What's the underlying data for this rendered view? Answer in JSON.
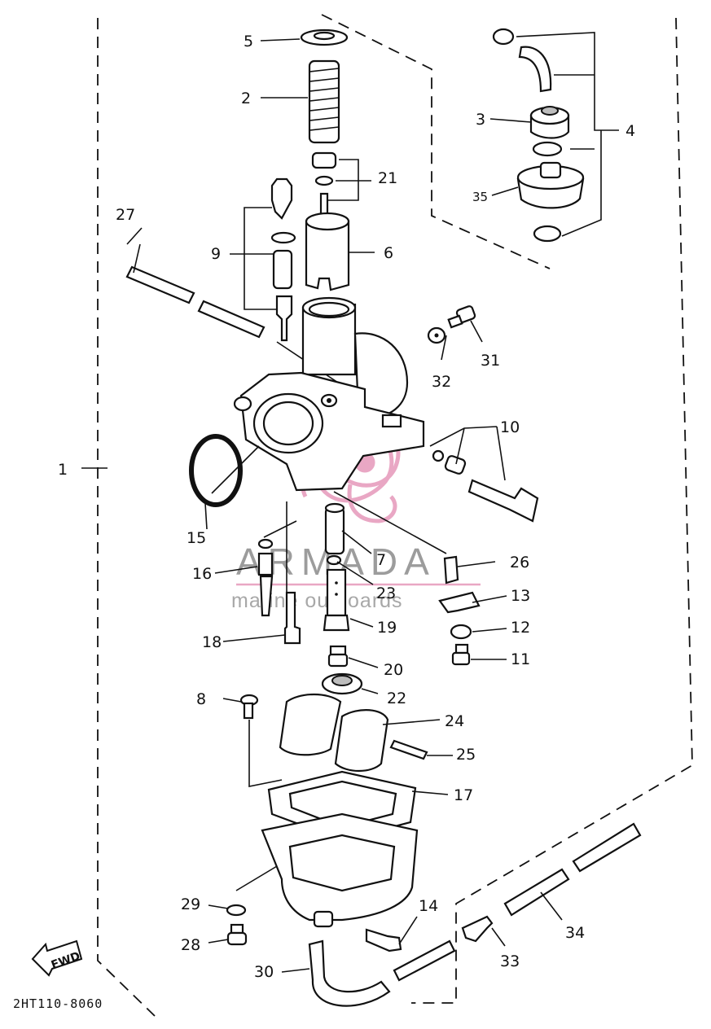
{
  "diagram": {
    "code": "2HT110-8060",
    "fwd_label": "FWD",
    "watermark": {
      "brand": "ARMADA",
      "tagline": "marine outboards"
    },
    "colors": {
      "line": "#111111",
      "watermark_pink": "#e9a7c4",
      "watermark_grey": "#9c9c9c"
    },
    "parts": [
      {
        "id": "p1",
        "label": "1"
      },
      {
        "id": "p2",
        "label": "2"
      },
      {
        "id": "p3",
        "label": "3"
      },
      {
        "id": "p4",
        "label": "4"
      },
      {
        "id": "p5",
        "label": "5"
      },
      {
        "id": "p6",
        "label": "6"
      },
      {
        "id": "p7",
        "label": "7"
      },
      {
        "id": "p8",
        "label": "8"
      },
      {
        "id": "p9",
        "label": "9"
      },
      {
        "id": "p10",
        "label": "10"
      },
      {
        "id": "p11",
        "label": "11"
      },
      {
        "id": "p12",
        "label": "12"
      },
      {
        "id": "p13",
        "label": "13"
      },
      {
        "id": "p14",
        "label": "14"
      },
      {
        "id": "p15",
        "label": "15"
      },
      {
        "id": "p16",
        "label": "16"
      },
      {
        "id": "p17",
        "label": "17"
      },
      {
        "id": "p18",
        "label": "18"
      },
      {
        "id": "p19",
        "label": "19"
      },
      {
        "id": "p20",
        "label": "20"
      },
      {
        "id": "p21",
        "label": "21"
      },
      {
        "id": "p22",
        "label": "22"
      },
      {
        "id": "p23",
        "label": "23"
      },
      {
        "id": "p24",
        "label": "24"
      },
      {
        "id": "p25",
        "label": "25"
      },
      {
        "id": "p26",
        "label": "26"
      },
      {
        "id": "p27",
        "label": "27"
      },
      {
        "id": "p28",
        "label": "28"
      },
      {
        "id": "p29",
        "label": "29"
      },
      {
        "id": "p30",
        "label": "30"
      },
      {
        "id": "p31",
        "label": "31"
      },
      {
        "id": "p32",
        "label": "32"
      },
      {
        "id": "p33",
        "label": "33"
      },
      {
        "id": "p34",
        "label": "34"
      },
      {
        "id": "p35",
        "label": "35"
      }
    ]
  }
}
